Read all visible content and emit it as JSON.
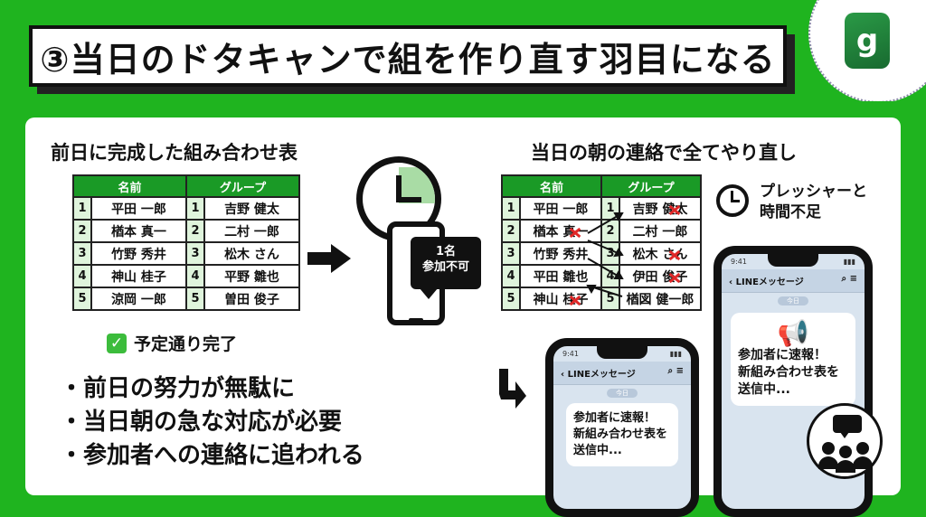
{
  "title": "③当日のドタキャンで組を作り直す羽目になる",
  "logo": {
    "letter": "g",
    "color": "#1f8a3a"
  },
  "left": {
    "heading": "前日に完成した組み合わせ表",
    "table": {
      "headers": [
        "名前",
        "グループ"
      ],
      "rows": [
        {
          "num": "1",
          "name": "平田 一郎",
          "gnum": "1",
          "group": "吉野 健太"
        },
        {
          "num": "2",
          "name": "楢本 真一",
          "gnum": "2",
          "group": "二村 一郎"
        },
        {
          "num": "3",
          "name": "竹野 秀井",
          "gnum": "3",
          "group": "松木 さん"
        },
        {
          "num": "4",
          "name": "神山 桂子",
          "gnum": "4",
          "group": "平野 雛也"
        },
        {
          "num": "5",
          "name": "涼岡 一郎",
          "gnum": "5",
          "group": "曽田 俊子"
        }
      ]
    },
    "done_label": "予定通り完了",
    "bullets": [
      "前日の努力が無駄に",
      "当日朝の急な対応が必要",
      "参加者への連絡に追われる"
    ]
  },
  "notice": {
    "line1": "1名",
    "line2": "参加不可"
  },
  "right": {
    "heading": "当日の朝の連絡で全てやり直し",
    "pressure_line1": "プレッシャーと",
    "pressure_line2": "時間不足",
    "table": {
      "headers": [
        "名前",
        "グループ"
      ],
      "rows": [
        {
          "num": "1",
          "name_a": "平田 一郎",
          "name_b": "",
          "gnum": "1",
          "group_a": "吉野",
          "group_b": "健太"
        },
        {
          "num": "2",
          "name_a": "楢本",
          "name_b": "真一",
          "gnum": "2",
          "group_a": "二村 一郎",
          "group_b": ""
        },
        {
          "num": "3",
          "name_a": "竹野 秀井",
          "name_b": "",
          "gnum": "3",
          "group_a": "松木",
          "group_b": "さん"
        },
        {
          "num": "4",
          "name_a": "平田 雛也",
          "name_b": "",
          "gnum": "4",
          "group_a": "伊田",
          "group_b": "俊子"
        },
        {
          "num": "5",
          "name_a": "神山",
          "name_b": "桂子",
          "gnum": "5",
          "group_a": "楢図 健一郎",
          "group_b": ""
        }
      ]
    }
  },
  "phone_small": {
    "time": "9:41",
    "app": "LINEメッセージ",
    "today": "今日",
    "message": [
      "参加者に速報！",
      "新組み合わせ表を",
      "送信中..."
    ]
  },
  "phone_large": {
    "time": "9:41",
    "app": "LINEメッセージ",
    "today": "今日",
    "message": [
      "参加者に速報！",
      "新組み合わせ表を",
      "送信中..."
    ]
  }
}
